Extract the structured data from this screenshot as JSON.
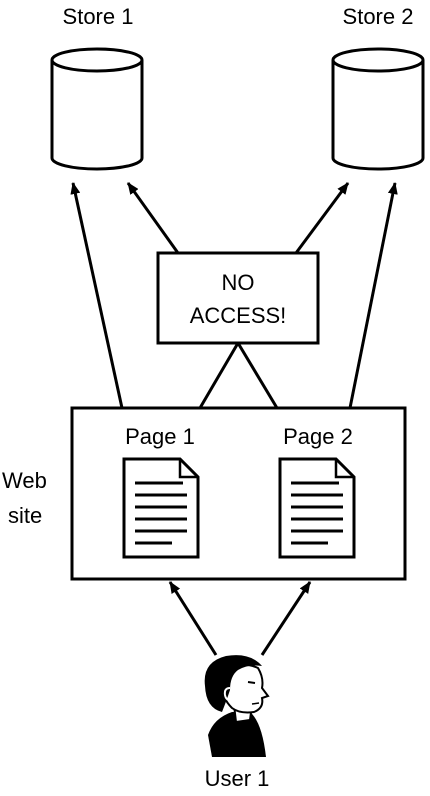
{
  "stores": [
    {
      "label": "Store 1"
    },
    {
      "label": "Store 2"
    }
  ],
  "no_access": {
    "line1": "NO",
    "line2": "ACCESS!"
  },
  "website": {
    "label_line1": "Web",
    "label_line2": "site",
    "pages": [
      {
        "label": "Page 1",
        "icon": "document-icon"
      },
      {
        "label": "Page 2",
        "icon": "document-icon"
      }
    ]
  },
  "user": {
    "label": "User 1",
    "icon": "person-head-icon"
  },
  "colors": {
    "stroke": "#000000",
    "fill": "#ffffff"
  }
}
